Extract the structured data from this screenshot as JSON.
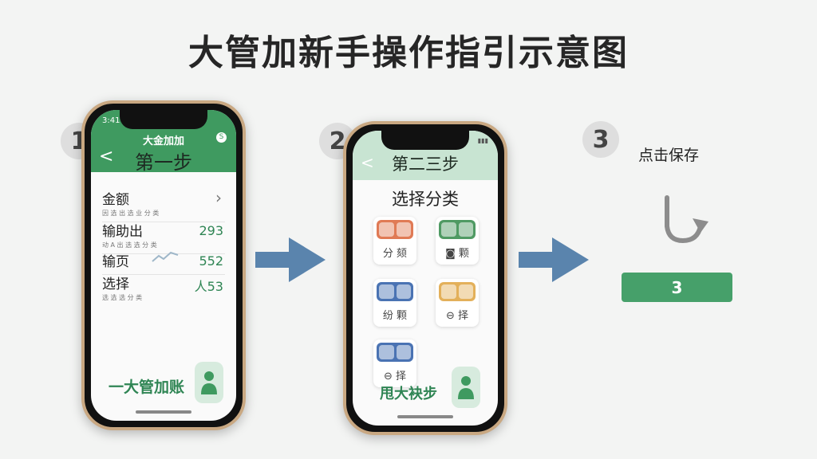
{
  "title": "大管加新手操作指引示意图",
  "steps": {
    "one": "1",
    "two": "2",
    "three": "3"
  },
  "phone1": {
    "status_time": "3:41",
    "app_title": "大金加加",
    "badge": "S",
    "back": "<",
    "step_title": "第一步",
    "rows": [
      {
        "label": "金额",
        "sub": "因 选 出 选 业 分 类",
        "value": ""
      },
      {
        "label": "输助出",
        "sub": "动 A 出 选 选 分 类",
        "value": "293"
      },
      {
        "label": "输页",
        "sub": "",
        "value": "552"
      },
      {
        "label": "选择",
        "sub": "选 选 选 分 类",
        "value": "人53"
      }
    ],
    "footer": "一大管加账"
  },
  "phone2": {
    "back": "<",
    "step_title": "第二三步",
    "choose_title": "选择分类",
    "categories": [
      {
        "label": "分 颏",
        "color": "#e07a55"
      },
      {
        "label": "◙ 颗",
        "color": "#4f9a63"
      },
      {
        "label": "纷 颗",
        "color": "#4a73b3"
      },
      {
        "label": "⊖ 择",
        "color": "#e3b05a"
      },
      {
        "label": "⊖ 择",
        "color": "#4a73b3"
      }
    ],
    "footer": "甩大袂步"
  },
  "step3": {
    "label": "点击保存",
    "button": "3"
  },
  "colors": {
    "brand_green": "#3f9a60",
    "arrow_blue": "#5a84ad"
  }
}
